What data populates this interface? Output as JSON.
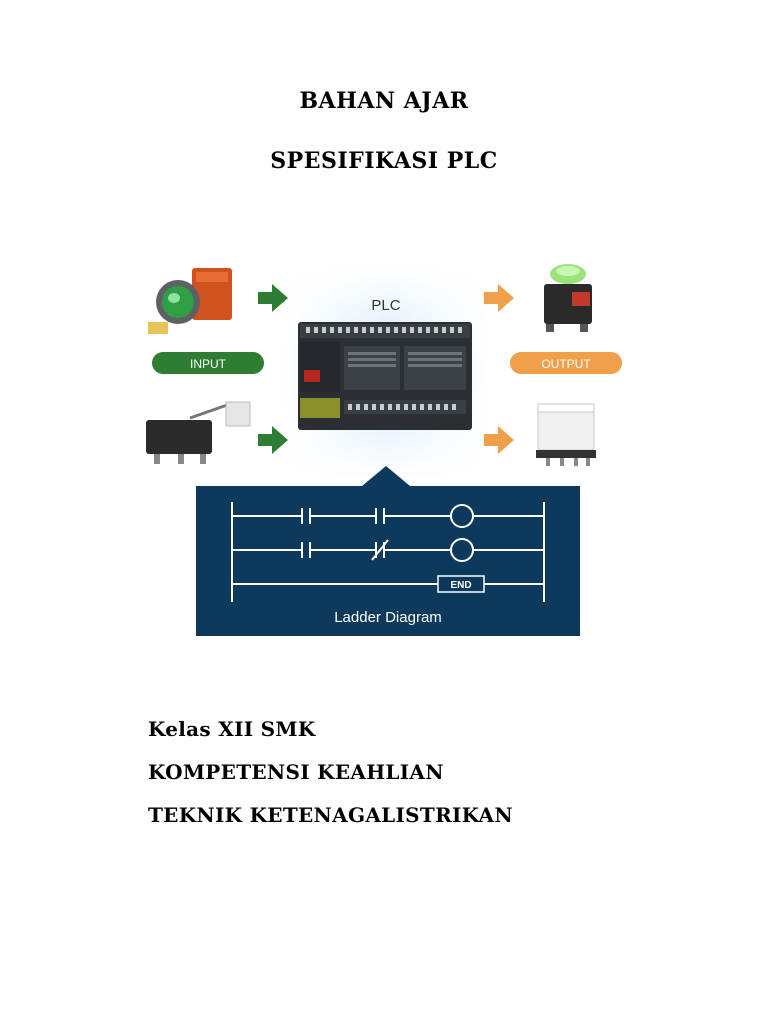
{
  "document": {
    "title_line1": "BAHAN AJAR",
    "title_line2": "SPESIFIKASI PLC",
    "class_line": "Kelas XII SMK",
    "competency_line": "KOMPETENSI KEAHLIAN",
    "program_line": "TEKNIK KETENAGALISTRIKAN"
  },
  "figure": {
    "plc_label": "PLC",
    "input_label": "INPUT",
    "output_label": "OUTPUT",
    "end_label": "END",
    "ladder_caption": "Ladder Diagram",
    "colors": {
      "input_green": "#2e7d32",
      "output_orange": "#f0a04b",
      "ladder_navy": "#0d3a5c",
      "plc_body": "#2b2f33",
      "glow_blue": "#cfe8fb"
    }
  }
}
